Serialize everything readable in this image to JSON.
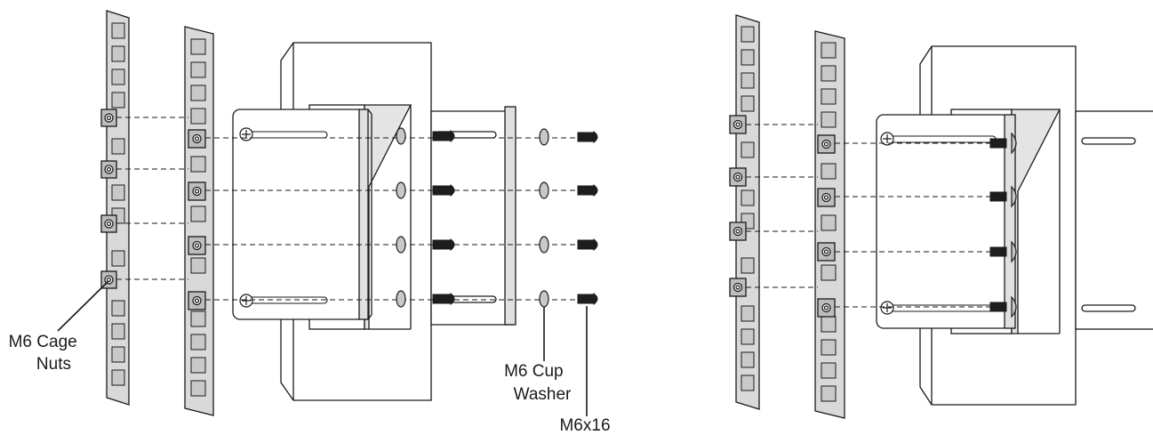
{
  "labels": {
    "cage_nuts_line1": "M6 Cage",
    "cage_nuts_line2": "Nuts",
    "cup_washer_line1": "M6 Cup",
    "cup_washer_line2": "Washer",
    "screw": "M6x16"
  },
  "colors": {
    "rail_fill": "#d9d9d9",
    "rail_hole_fill": "#c9c9c9",
    "body_fill": "#ffffff",
    "bracket_fill": "#ececec",
    "bracket_shade": "#bcbcbc",
    "nut_fill": "#bdbdbd",
    "screw_fill": "#1e1e1e",
    "washer_fill": "#c8c8c8",
    "stroke": "#1a1a1a"
  },
  "icons": {
    "cage_nut": "cage-nut-icon",
    "cup_washer": "cup-washer-icon",
    "screw": "screw-icon",
    "phillips_screw": "phillips-screw-icon"
  }
}
